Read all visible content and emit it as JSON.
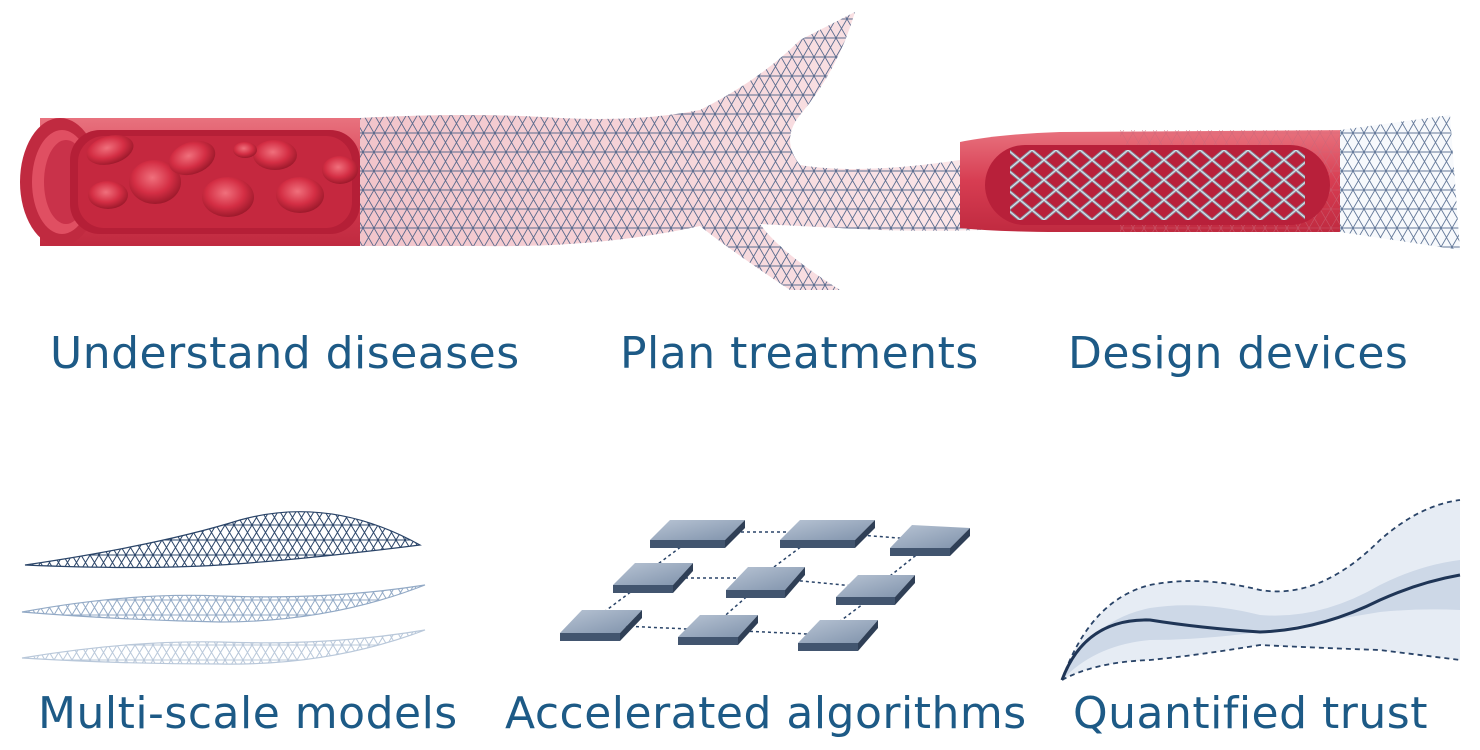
{
  "labels": {
    "understand": "Understand diseases",
    "plan": "Plan treatments",
    "design": "Design devices",
    "multiscale": "Multi-scale models",
    "accelerated": "Accelerated algorithms",
    "trust": "Quantified trust"
  },
  "colors": {
    "text": "#1d5a86",
    "vessel_red": "#d9445a",
    "mesh_navy": "#2a4468",
    "chip_slate": "#8fa0b6"
  }
}
